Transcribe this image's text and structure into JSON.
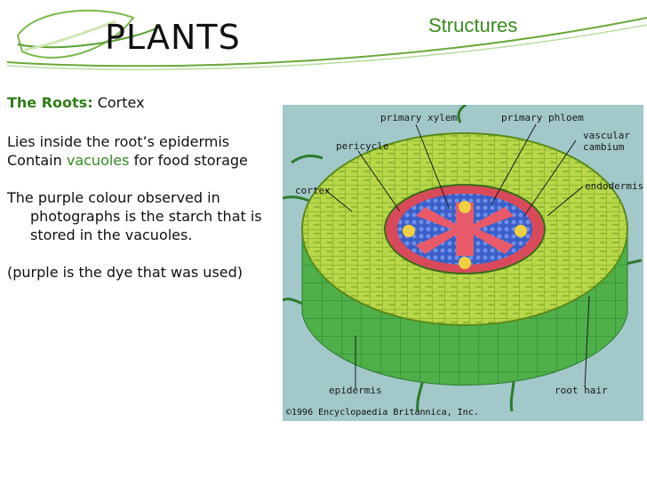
{
  "header": {
    "title": "PLANTS",
    "section": "Structures"
  },
  "content": {
    "heading_bold": "The Roots:",
    "heading_rest": " Cortex",
    "line1": "Lies inside the root’s epidermis",
    "line2_pre": "Contain ",
    "line2_highlight": "vacuoles",
    "line2_post": " for food storage",
    "para2": "The purple colour observed in photographs is the starch that is stored in the vacuoles.",
    "para3": "(purple is the dye that was used)"
  },
  "figure": {
    "labels": {
      "primary_xylem": "primary xylem",
      "primary_phloem": "primary phloem",
      "pericycle": "pericycle",
      "vascular_cambium": "vascular\ncambium",
      "cortex": "cortex",
      "endodermis": "endodermis",
      "epidermis": "epidermis",
      "root_hair": "root hair"
    },
    "copyright": "©1996 Encyclopaedia Britannica, Inc."
  },
  "colors": {
    "accent_green": "#3a8c1e",
    "figure_bg": "#a2c8c9"
  }
}
